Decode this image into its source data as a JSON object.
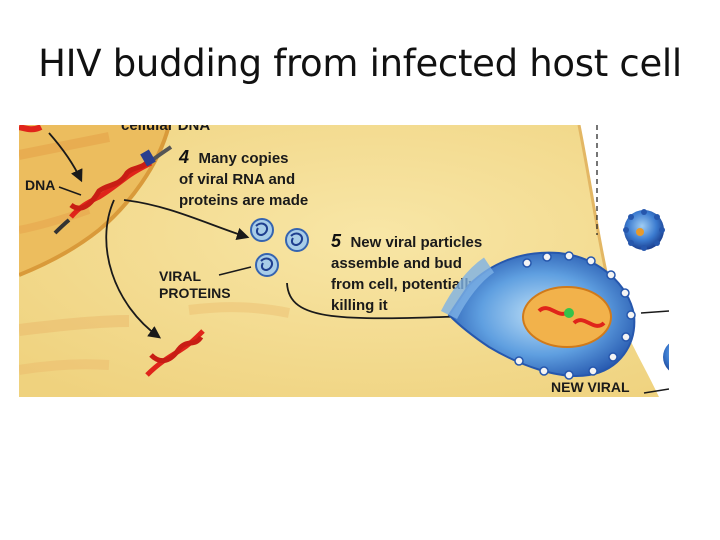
{
  "slide": {
    "title": "HIV budding from infected host cell"
  },
  "diagram": {
    "top_cut_label": "cellular DNA",
    "dna_label": "DNA",
    "step4": {
      "number": "4",
      "line1": "Many copies",
      "line2": "of viral RNA and",
      "line3": "proteins are made"
    },
    "step5": {
      "number": "5",
      "line1": "New viral particles",
      "line2": "assemble and bud",
      "line3": "from cell, potentially",
      "line4": "killing it"
    },
    "viral_proteins": {
      "line1": "VIRAL",
      "line2": "PROTEINS"
    },
    "new_viral_label": "NEW VIRAL",
    "colors": {
      "background": "#f3dc8e",
      "nucleus": "#ecbd5e",
      "dna_red": "#e0241a",
      "virus_blue": "#2e6fc9",
      "arrow": "#1a1a1a"
    }
  }
}
